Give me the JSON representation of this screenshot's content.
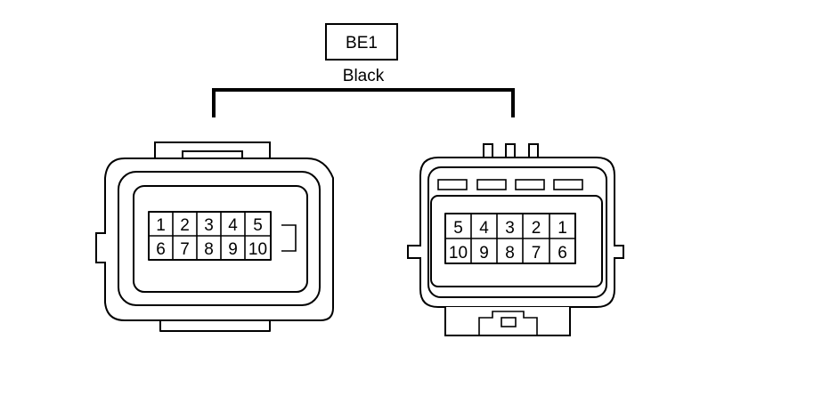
{
  "connector": {
    "code": "BE1",
    "color": "Black"
  },
  "left_view": {
    "pins_top": [
      "1",
      "2",
      "3",
      "4",
      "5"
    ],
    "pins_bottom": [
      "6",
      "7",
      "8",
      "9",
      "10"
    ]
  },
  "right_view": {
    "pins_top": [
      "5",
      "4",
      "3",
      "2",
      "1"
    ],
    "pins_bottom": [
      "10",
      "9",
      "8",
      "7",
      "6"
    ]
  }
}
